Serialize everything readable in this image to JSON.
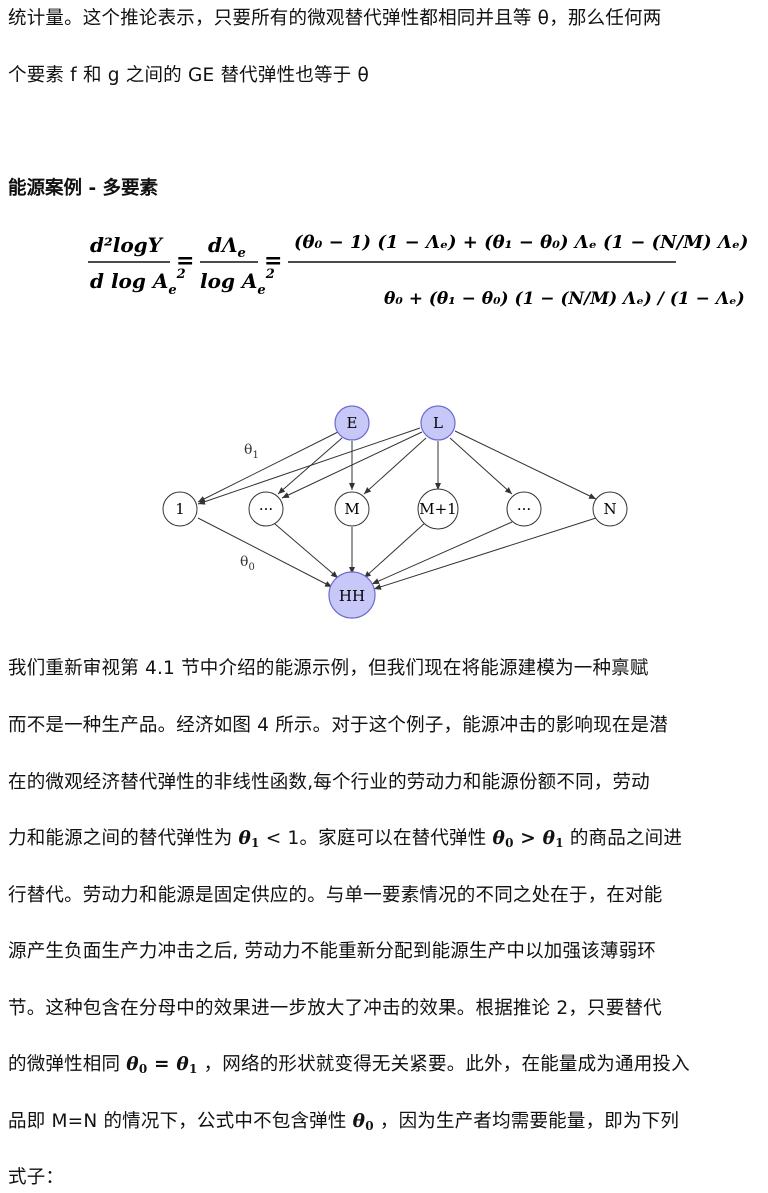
{
  "intro": {
    "line1": "统计量。这个推论表示，只要所有的微观替代弹性都相同并且等 θ，那么任何两",
    "line2": "个要素 f 和 g 之间的 GE 替代弹性也等于 θ"
  },
  "section": {
    "heading": "能源案例 - 多要素"
  },
  "equation": {
    "lhs_num": "d²logY",
    "lhs_den": "d log A",
    "mid_num": "dΛ",
    "mid_den": "log A",
    "rhs_num": "(θ₀ − 1) (1 − Λₑ) + (θ₁ − θ₀) Λₑ (1 − (N/M) Λₑ)",
    "rhs_den": "θ₀ + (θ₁ − θ₀) (1 − (N/M) Λₑ) / (1 − Λₑ)"
  },
  "diagram": {
    "nodes": {
      "E": "E",
      "L": "L",
      "n1": "1",
      "dots1": "···",
      "M": "M",
      "M1": "M+1",
      "dots2": "···",
      "N": "N",
      "HH": "HH"
    },
    "labels": {
      "theta1": "θ",
      "theta1_sub": "1",
      "theta0": "θ",
      "theta0_sub": "0"
    },
    "colors": {
      "highlight_fill": "#c8c8f8",
      "highlight_stroke": "#6a6ad0",
      "node_stroke": "#333333"
    }
  },
  "body": {
    "l1": "我们重新审视第  4.1  节中介绍的能源示例，但我们现在将能源建模为一种禀赋",
    "l2": "而不是一种生产品。经济如图 4 所示。对于这个例子，能源冲击的影响现在是潜",
    "l3": "在的微观经济替代弹性的非线性函数,每个行业的劳动力和能源份额不同，劳动",
    "l4a": "力和能源之间的替代弹性为 ",
    "l4b": "< 1。家庭可以在替代弹性",
    "l4c": " 的商品之间进",
    "l5": "行替代。劳动力和能源是固定供应的。与单一要素情况的不同之处在于，在对能",
    "l6": "源产生负面生产力冲击之后, 劳动力不能重新分配到能源生产中以加强该薄弱环",
    "l7": "节。这种包含在分母中的效果进一步放大了冲击的效果。根据推论 2，只要替代",
    "l8a": "的微弹性相同",
    "l8b": "，网络的形状就变得无关紧要。此外，在能量成为通用投入",
    "l9a": "品即 M=N 的情况下，公式中不包含弹性",
    "l9b": "，因为生产者均需要能量，即为下列",
    "l10": "式子："
  },
  "math": {
    "theta": "θ",
    "sub0": "0",
    "sub1": "1",
    "gt": " > ",
    "eq": " = "
  }
}
